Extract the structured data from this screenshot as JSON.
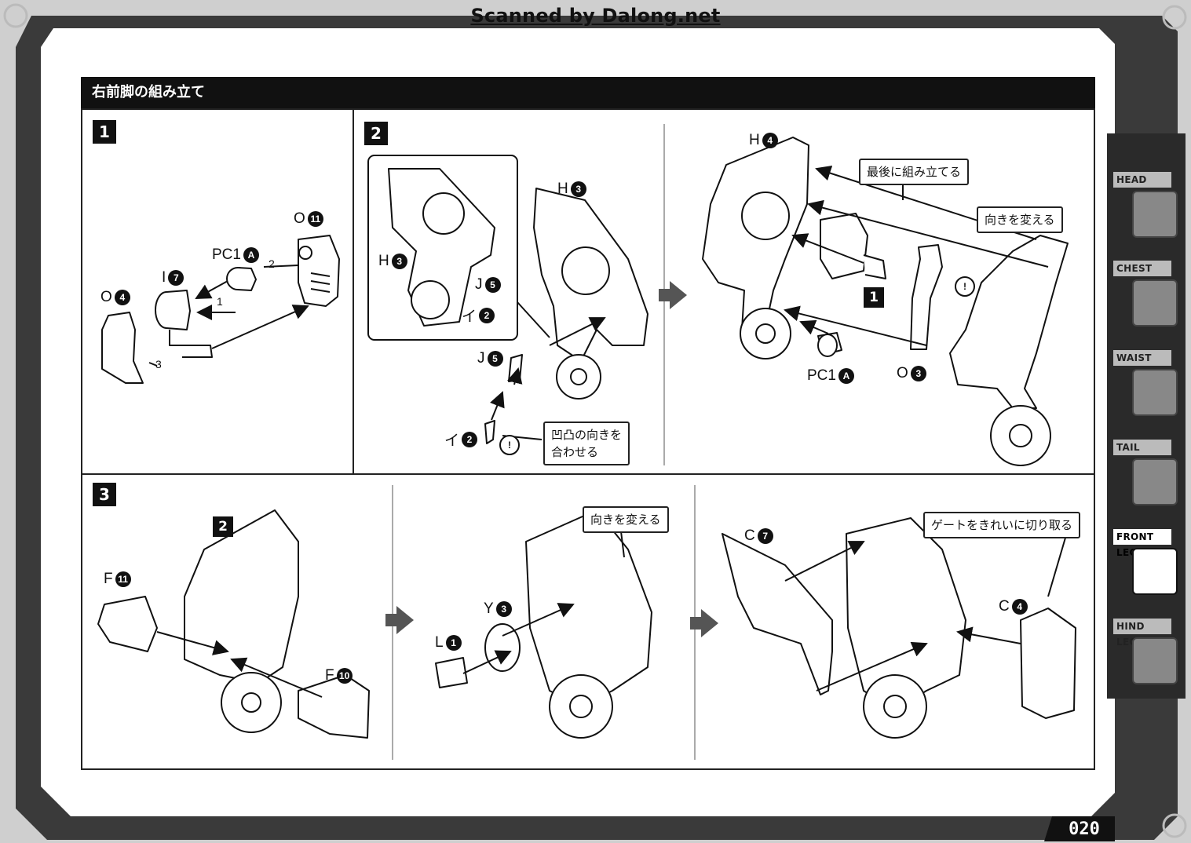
{
  "scan_credit": "Scanned by Dalong.net",
  "section_title": "右前脚の組み立て",
  "steps": {
    "s1": {
      "number": "1"
    },
    "s2": {
      "number": "2"
    },
    "s3": {
      "number": "3"
    }
  },
  "step1_labels": {
    "o11": {
      "letter": "O",
      "num": "11"
    },
    "pc1a": {
      "letter": "PC1",
      "num": "A"
    },
    "i7": {
      "letter": "I",
      "num": "7"
    },
    "o4": {
      "letter": "O",
      "num": "4"
    },
    "order": [
      "1",
      "2",
      "3"
    ]
  },
  "step2_labels": {
    "h3_inset": {
      "letter": "H",
      "num": "3"
    },
    "j5_inset": {
      "letter": "J",
      "num": "5"
    },
    "i2_inset": {
      "letter": "イ",
      "num": "2"
    },
    "h3": {
      "letter": "H",
      "num": "3"
    },
    "j5": {
      "letter": "J",
      "num": "5"
    },
    "i2": {
      "letter": "イ",
      "num": "2"
    },
    "h4": {
      "letter": "H",
      "num": "4"
    },
    "pc1a": {
      "letter": "PC1",
      "num": "A"
    },
    "o3": {
      "letter": "O",
      "num": "3"
    },
    "note_align": "凹凸の向きを\n合わせる",
    "note_last": "最後に組み立てる",
    "note_turn": "向きを変える",
    "sub_ref": "1",
    "warning": "!"
  },
  "step3_labels": {
    "sub_ref": "2",
    "f11": {
      "letter": "F",
      "num": "11"
    },
    "f10": {
      "letter": "F",
      "num": "10"
    },
    "y3": {
      "letter": "Y",
      "num": "3"
    },
    "l1": {
      "letter": "L",
      "num": "1"
    },
    "note_turn": "向きを変える",
    "c7": {
      "letter": "C",
      "num": "7"
    },
    "c4": {
      "letter": "C",
      "num": "4"
    },
    "note_gate": "ゲートをきれいに切り取る"
  },
  "tabs": [
    {
      "label": "HEAD",
      "icon": "head-icon"
    },
    {
      "label": "CHEST",
      "icon": "chest-icon"
    },
    {
      "label": "WAIST",
      "icon": "waist-icon"
    },
    {
      "label": "TAIL",
      "icon": "tail-icon"
    },
    {
      "label": "FRONT LEGS",
      "icon": "front-legs-icon",
      "active": true
    },
    {
      "label": "HIND LEGS",
      "icon": "hind-legs-icon"
    }
  ],
  "page_number": "020",
  "colors": {
    "ink": "#111111",
    "frame": "#3a3a3a",
    "paper": "#ffffff"
  }
}
